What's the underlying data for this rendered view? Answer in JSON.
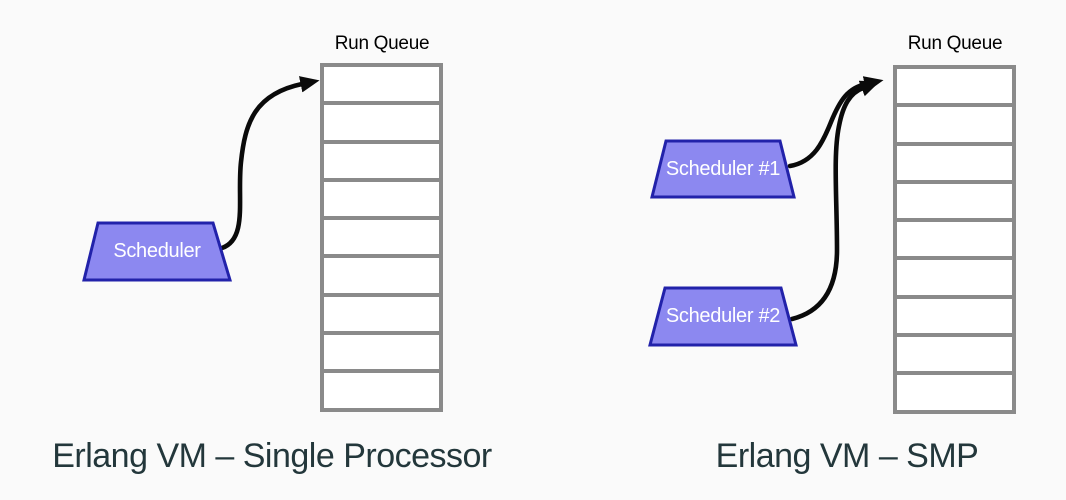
{
  "colors": {
    "background": "#fafafa",
    "queue_border": "#8a8a8a",
    "queue_cell_fill": "#ffffff",
    "trapezoid_fill": "#8c88f0",
    "trapezoid_border": "#2222aa",
    "trapezoid_text": "#ffffff",
    "arrow": "#0a0a0a",
    "caption_text": "#23373b",
    "queue_title_text": "#000000"
  },
  "left_diagram": {
    "queue_label": "Run Queue",
    "queue_cells": 9,
    "scheduler_label": "Scheduler",
    "caption": "Erlang VM – Single Processor",
    "connections": [
      {
        "from": "Scheduler",
        "to": "Run Queue"
      }
    ]
  },
  "right_diagram": {
    "queue_label": "Run Queue",
    "queue_cells": 9,
    "schedulers": {
      "0": "Scheduler #1",
      "1": "Scheduler #2"
    },
    "caption": "Erlang VM – SMP",
    "connections": [
      {
        "from": "Scheduler #1",
        "to": "Run Queue"
      },
      {
        "from": "Scheduler #2",
        "to": "Run Queue"
      }
    ]
  }
}
